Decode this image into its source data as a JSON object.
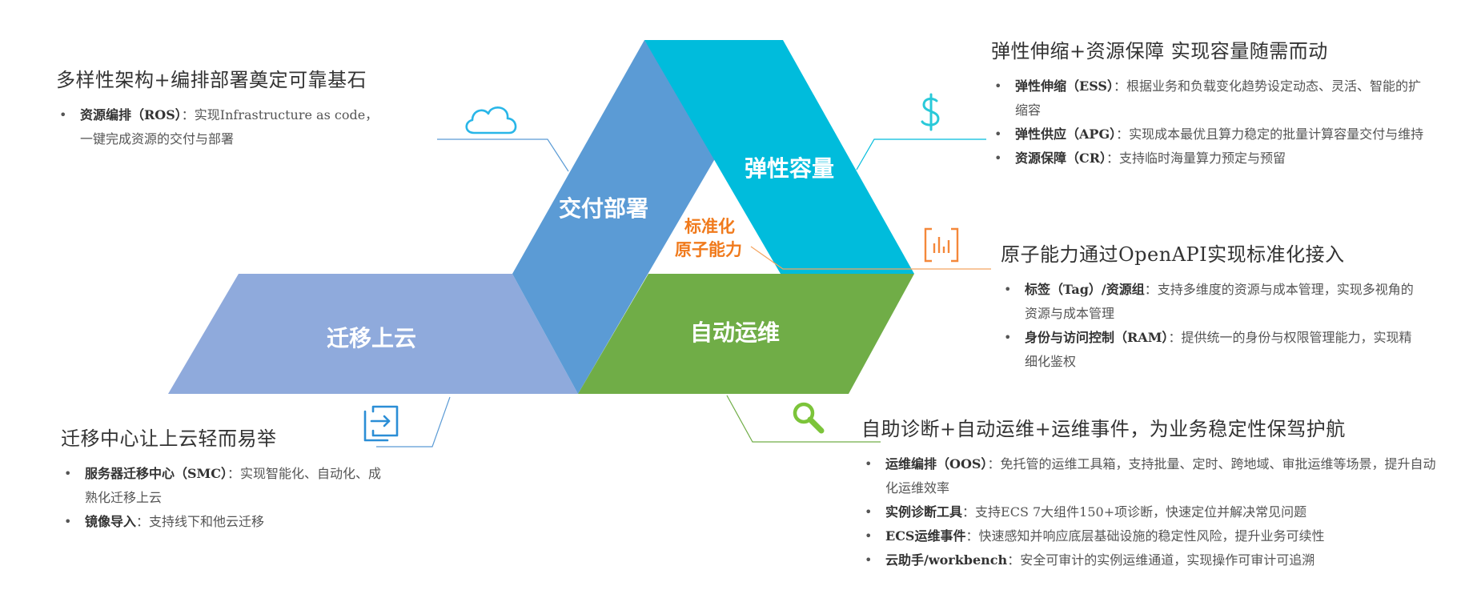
{
  "shapes": {
    "delivery": "交付部署",
    "elastic": "弹性容量",
    "migration": "迁移上云",
    "ops": "自动运维",
    "center_line1": "标准化",
    "center_line2": "原子能力"
  },
  "colors": {
    "delivery": "#5b9bd5",
    "elastic": "#00bcdc",
    "migration": "#8faadc",
    "ops": "#70ad47",
    "center_text": "#f07a1c",
    "connector_blue": "#5b9bd5",
    "connector_cyan": "#00bcdc",
    "connector_orange": "#f4a460",
    "connector_green": "#70ad47"
  },
  "icons": {
    "delivery": "cloud-icon",
    "elastic": "dollar-icon",
    "atomic": "bar-chart-icon",
    "migration": "migrate-icon",
    "ops": "search-icon"
  },
  "sections": {
    "delivery": {
      "title": "多样性架构+编排部署奠定可靠基石",
      "items": [
        {
          "bold": "资源编排（ROS）",
          "text": "：实现Infrastructure as code，一键完成资源的交付与部署"
        }
      ]
    },
    "elastic": {
      "title": "弹性伸缩+资源保障  实现容量随需而动",
      "items": [
        {
          "bold": "弹性伸缩（ESS）",
          "text": "：根据业务和负载变化趋势设定动态、灵活、智能的扩缩容"
        },
        {
          "bold": "弹性供应（APG）",
          "text": "：实现成本最优且算力稳定的批量计算容量交付与维持"
        },
        {
          "bold": "资源保障（CR）",
          "text": "：支持临时海量算力预定与预留"
        }
      ]
    },
    "atomic": {
      "title": "原子能力通过OpenAPI实现标准化接入",
      "items": [
        {
          "bold": "标签（Tag）/资源组",
          "text": "：支持多维度的资源与成本管理，实现多视角的资源与成本管理"
        },
        {
          "bold": "身份与访问控制（RAM）",
          "text": "：提供统一的身份与权限管理能力，实现精细化鉴权"
        }
      ]
    },
    "migration": {
      "title": "迁移中心让上云轻而易举",
      "items": [
        {
          "bold": "服务器迁移中心（SMC）",
          "text": "：实现智能化、自动化、成熟化迁移上云"
        },
        {
          "bold": "镜像导入",
          "text": "：支持线下和他云迁移"
        }
      ]
    },
    "ops": {
      "title": "自助诊断+自动运维+运维事件，为业务稳定性保驾护航",
      "items": [
        {
          "bold": "运维编排（OOS）",
          "text": "：免托管的运维工具箱，支持批量、定时、跨地域、审批运维等场景，提升自动化运维效率"
        },
        {
          "bold": "实例诊断工具",
          "text": "：支持ECS 7大组件150+项诊断，快速定位并解决常见问题"
        },
        {
          "bold": "ECS运维事件",
          "text": "：快速感知并响应底层基础设施的稳定性风险，提升业务可续性"
        },
        {
          "bold": "云助手/workbench",
          "text": "：安全可审计的实例运维通道，实现操作可审计可追溯"
        }
      ]
    }
  }
}
